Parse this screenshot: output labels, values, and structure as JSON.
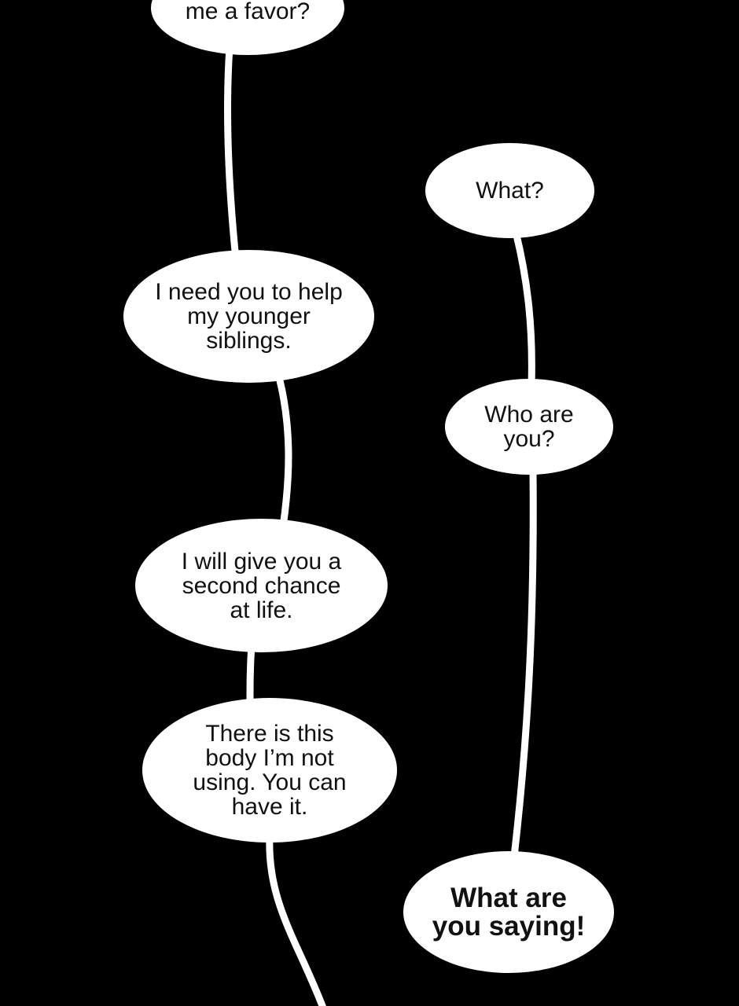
{
  "colors": {
    "background": "#000000",
    "bubble": "#ffffff",
    "text": "#111111"
  },
  "bubbles": [
    {
      "speaker": "left",
      "text": "me a favor?"
    },
    {
      "speaker": "right",
      "text": "What?"
    },
    {
      "speaker": "left",
      "text": "I need you to help my younger siblings."
    },
    {
      "speaker": "right",
      "text": "Who are you?"
    },
    {
      "speaker": "left",
      "text": "I will give you a second chance at life."
    },
    {
      "speaker": "left",
      "text": "There is this body I’m not using. You can have it."
    },
    {
      "speaker": "right",
      "text": "What are you saying!"
    }
  ]
}
